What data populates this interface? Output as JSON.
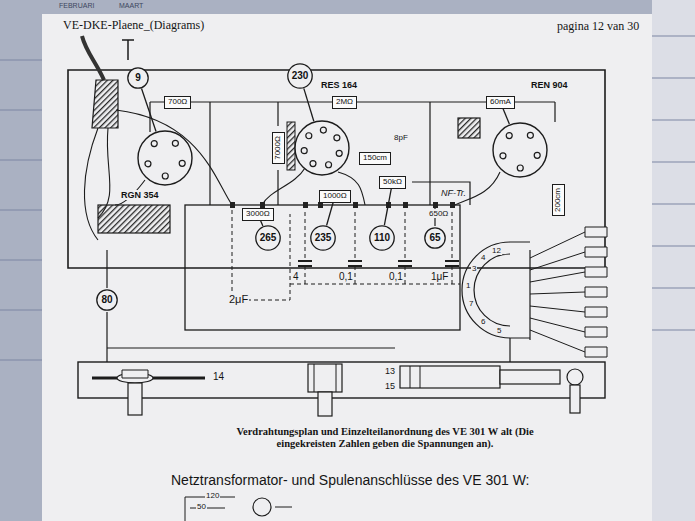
{
  "diagram": {
    "title": "VE-DKE-Plaene_(Diagrams)",
    "caption": "Verdrahtungsplan und Einzelteilanordnung des VE 301 W alt (Die eingekreisten Zahlen geben die Spannungen an).",
    "nodes": [
      {
        "text": [
          "9"
        ]
      },
      {
        "text": [
          "230"
        ]
      },
      {
        "text": [
          "RGN 354"
        ]
      },
      {
        "text": [
          "RES 164"
        ]
      },
      {
        "text": [
          "REN 904"
        ]
      },
      {
        "text": [
          "700Ω"
        ]
      },
      {
        "text": [
          "2MΩ"
        ]
      },
      {
        "text": [
          "60mA"
        ]
      },
      {
        "text": [
          "7000Ω"
        ]
      },
      {
        "text": [
          "150cm"
        ]
      },
      {
        "text": [
          "3000Ω"
        ]
      },
      {
        "text": [
          "1000Ω"
        ]
      },
      {
        "text": [
          "50kΩ"
        ]
      },
      {
        "text": [
          "200cm"
        ]
      },
      {
        "text": [
          "265"
        ]
      },
      {
        "text": [
          "235"
        ]
      },
      {
        "text": [
          "110"
        ]
      },
      {
        "text": [
          "65"
        ]
      },
      {
        "text": [
          "80"
        ]
      }
    ],
    "edges": [
      {
        "from": 0,
        "to": 2,
        "arrow": "none"
      },
      {
        "from": 1,
        "to": 3,
        "arrow": "none"
      },
      {
        "from": 7,
        "to": 4,
        "arrow": "none"
      },
      {
        "from": 14,
        "to": 10,
        "arrow": "none"
      },
      {
        "from": 15,
        "to": 11,
        "arrow": "none"
      },
      {
        "from": 16,
        "to": 12,
        "arrow": "none"
      }
    ],
    "labels": [
      "pagina 12 van 30",
      "FEBRUARI",
      "MAART",
      "NF-Tr.",
      "650Ω",
      "8pF",
      "2μF",
      "4",
      "0,1",
      "0,1",
      "1μF",
      "12",
      "4",
      "3",
      "1",
      "7",
      "6",
      "5",
      "14",
      "13",
      "15",
      "Netztransformator- und Spulenanschlüsse des VE 301 W:",
      "120",
      "50"
    ]
  }
}
